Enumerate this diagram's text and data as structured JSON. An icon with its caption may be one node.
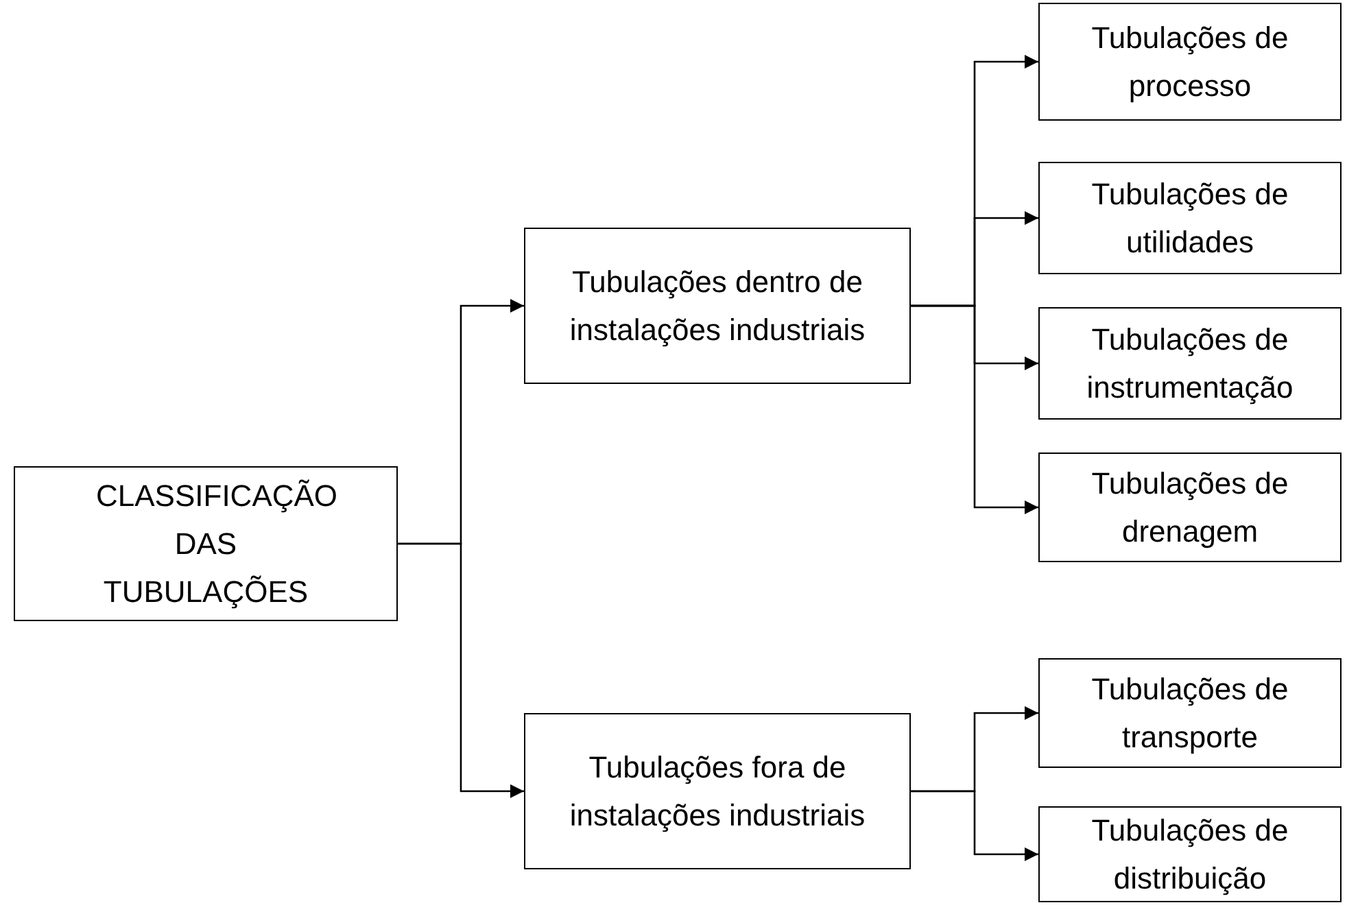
{
  "diagram": {
    "nodes": [
      {
        "text": [
          "CLASSIFICAÇÃO DAS TUBULAÇÕES"
        ]
      },
      {
        "text": [
          "Tubulações dentro de instalações industriais"
        ]
      },
      {
        "text": [
          "Tubulações fora de instalações industriais"
        ]
      },
      {
        "text": [
          "Tubulações de processo"
        ]
      },
      {
        "text": [
          "Tubulações de utilidades"
        ]
      },
      {
        "text": [
          "Tubulações de instrumentação"
        ]
      },
      {
        "text": [
          "Tubulações de drenagem"
        ]
      },
      {
        "text": [
          "Tubulações de transporte"
        ]
      },
      {
        "text": [
          "Tubulações de distribuição"
        ]
      }
    ],
    "edges": [
      {
        "from": 0,
        "to": 1,
        "arrow": "to"
      },
      {
        "from": 0,
        "to": 2,
        "arrow": "to"
      },
      {
        "from": 1,
        "to": 3,
        "arrow": "to"
      },
      {
        "from": 1,
        "to": 4,
        "arrow": "to"
      },
      {
        "from": 1,
        "to": 5,
        "arrow": "to"
      },
      {
        "from": 1,
        "to": 6,
        "arrow": "to"
      },
      {
        "from": 2,
        "to": 7,
        "arrow": "to"
      },
      {
        "from": 2,
        "to": 8,
        "arrow": "to"
      }
    ]
  }
}
